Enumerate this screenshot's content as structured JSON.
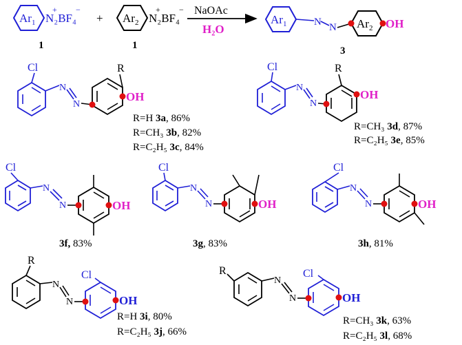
{
  "reaction": {
    "reagent1": {
      "box": "Ar",
      "sub": "1",
      "salt": "N₂BF₄",
      "number": "1"
    },
    "plus": "+",
    "reagent2": {
      "box": "Ar",
      "sub": "2",
      "salt": "N₂BF₄",
      "number": "1"
    },
    "above_arrow": "NaOAc",
    "below_arrow": "H₂O",
    "product": {
      "box1": "Ar",
      "sub1": "1",
      "box2": "Ar",
      "sub2": "2",
      "oh": "OH",
      "number": "3"
    }
  },
  "common": {
    "cl": "Cl",
    "oh": "OH",
    "r": "R",
    "azo": "N"
  },
  "compounds": {
    "a_b_c": {
      "lines": [
        {
          "pre": "R=H ",
          "id": "3a",
          "post": ", 86%"
        },
        {
          "pre": "R=CH₃ ",
          "id": "3b",
          "post": ", 82%"
        },
        {
          "pre": "R=C₂H₅ ",
          "id": "3c",
          "post": ", 84%"
        }
      ]
    },
    "d_e": {
      "lines": [
        {
          "pre": "R=CH₃ ",
          "id": "3d",
          "post": ", 87%"
        },
        {
          "pre": "R=C₂H₅ ",
          "id": "3e",
          "post": ", 85%"
        }
      ]
    },
    "f": {
      "id": "3f,",
      "post": " 83%"
    },
    "g": {
      "id": "3g",
      "post": ", 83%"
    },
    "h": {
      "id": "3h",
      "post": ", 81%"
    },
    "i_j": {
      "lines": [
        {
          "pre": "R=H ",
          "id": "3i",
          "post": ", 80%"
        },
        {
          "pre": "R=C₂H₅ ",
          "id": "3j",
          "post": ", 66%"
        }
      ]
    },
    "k_l": {
      "lines": [
        {
          "pre": "R=CH₃ ",
          "id": "3k",
          "post": ", 63%"
        },
        {
          "pre": "R=C₂H₅ ",
          "id": "3l",
          "post": ", 68%"
        }
      ]
    }
  },
  "colors": {
    "ring_left": "#1f1fd6",
    "ring_right": "#000000",
    "oh": "#e020c8",
    "dot": "#e01010"
  }
}
